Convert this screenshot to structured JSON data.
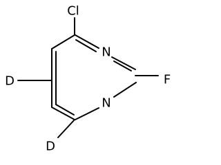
{
  "molecule": {
    "atoms": {
      "chlorine": "Cl",
      "fluorine": "F",
      "nitrogen_1": "N",
      "nitrogen_3": "N",
      "deuterium_5": "D",
      "deuterium_6": "D"
    }
  },
  "colors": {
    "bond": "#000000",
    "label": "#000000",
    "background": "#ffffff"
  }
}
